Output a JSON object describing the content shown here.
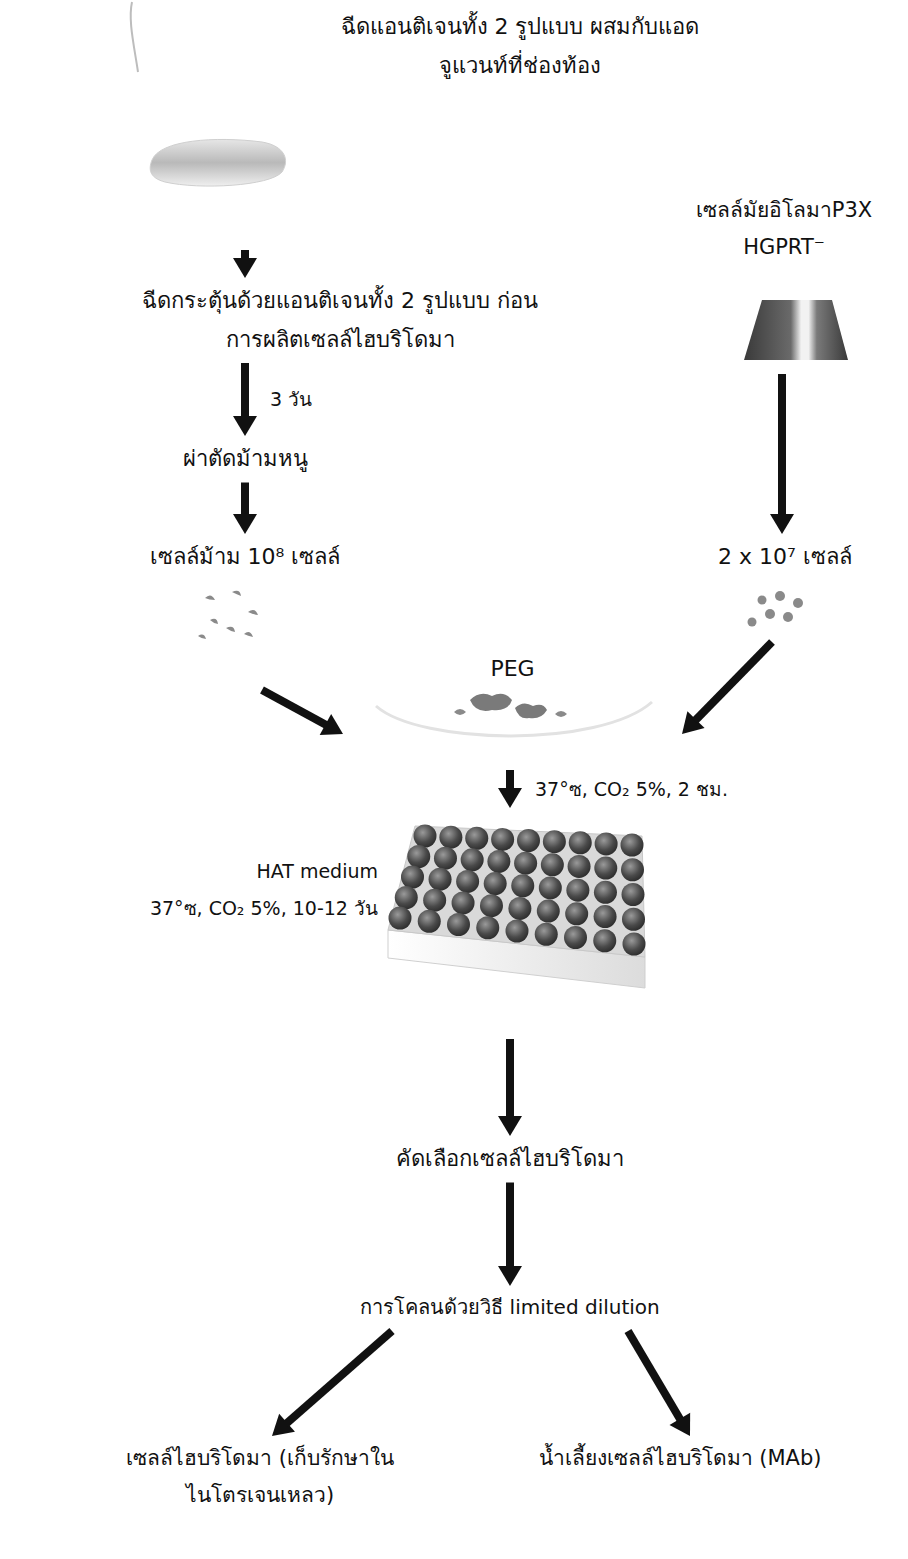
{
  "diagram": {
    "nodes": [
      {
        "text": [
          "ฉีดแอนติเจนทั้ง 2 รูปแบบ ผสมกับแอดจูแวนท์ที่ช่องท้อง"
        ]
      },
      {
        "text": [
          "ฉีดกระตุ้นด้วยแอนติเจนทั้ง 2 รูปแบบ ก่อนการผลิตเซลล์ไฮบริโดมา"
        ]
      },
      {
        "text": [
          "ผ่าตัดม้ามหนู"
        ]
      },
      {
        "text": [
          "เซลล์ม้าม 10⁸ เซลล์"
        ]
      },
      {
        "text": [
          "เซลล์มัยอิโลมาP3X HGPRT⁻"
        ]
      },
      {
        "text": [
          "2 x 10⁷ เซลล์"
        ]
      },
      {
        "text": [
          "PEG"
        ]
      },
      {
        "text": [
          "HAT medium",
          "37°ซ, CO₂ 5%, 10-12 วัน"
        ]
      },
      {
        "text": [
          "คัดเลือกเซลล์ไฮบริโดมา"
        ]
      },
      {
        "text": [
          "การโคลนด้วยวิธี limited dilution"
        ]
      },
      {
        "text": [
          "เซลล์ไฮบริโดมา (เก็บรักษาในไนโตรเจนเหลว)"
        ]
      },
      {
        "text": [
          "น้ำเลี้ยงเซลล์ไฮบริโดมา (MAb)"
        ]
      }
    ],
    "edges": [
      {
        "from": 0,
        "to": 1,
        "arrow": "to"
      },
      {
        "from": 1,
        "to": 2,
        "label": "3 วัน",
        "arrow": "to"
      },
      {
        "from": 2,
        "to": 3,
        "arrow": "to"
      },
      {
        "from": 3,
        "to": 6,
        "arrow": "to"
      },
      {
        "from": 4,
        "to": 5,
        "arrow": "to"
      },
      {
        "from": 5,
        "to": 6,
        "arrow": "to"
      },
      {
        "from": 6,
        "to": 7,
        "label": "37°ซ, CO₂ 5%, 2 ชม.",
        "arrow": "to"
      },
      {
        "from": 7,
        "to": 8,
        "arrow": "to"
      },
      {
        "from": 8,
        "to": 9,
        "arrow": "to"
      },
      {
        "from": 9,
        "to": 10,
        "arrow": "to"
      },
      {
        "from": 9,
        "to": 11,
        "arrow": "to"
      }
    ]
  }
}
